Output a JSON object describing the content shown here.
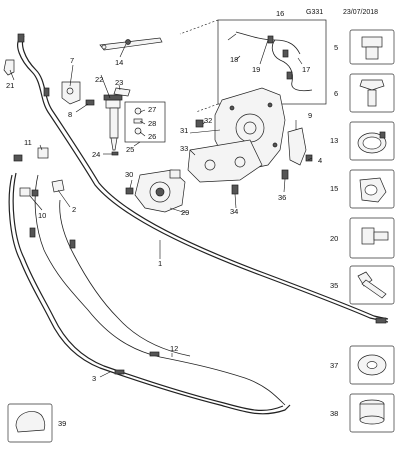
{
  "header": {
    "code": "G331",
    "date": "23/07/2018"
  },
  "callouts": {
    "c1": "1",
    "c2": "2",
    "c3": "3",
    "c4": "4",
    "c7": "7",
    "c8": "8",
    "c9": "9",
    "c10": "10",
    "c11": "11",
    "c12": "12",
    "c14": "14",
    "c16": "16",
    "c17": "17",
    "c18": "18",
    "c19": "19",
    "c21": "21",
    "c22": "22",
    "c23": "23",
    "c24": "24",
    "c25": "25",
    "c26": "26",
    "c27": "27",
    "c28": "28",
    "c29": "29",
    "c30": "30",
    "c31": "31",
    "c32": "32",
    "c33": "33",
    "c34": "34",
    "c36": "36"
  },
  "side_parts": {
    "p5": "5",
    "p6": "6",
    "p13": "13",
    "p15": "15",
    "p20": "20",
    "p35": "35",
    "p37": "37",
    "p38": "38",
    "p39": "39"
  }
}
